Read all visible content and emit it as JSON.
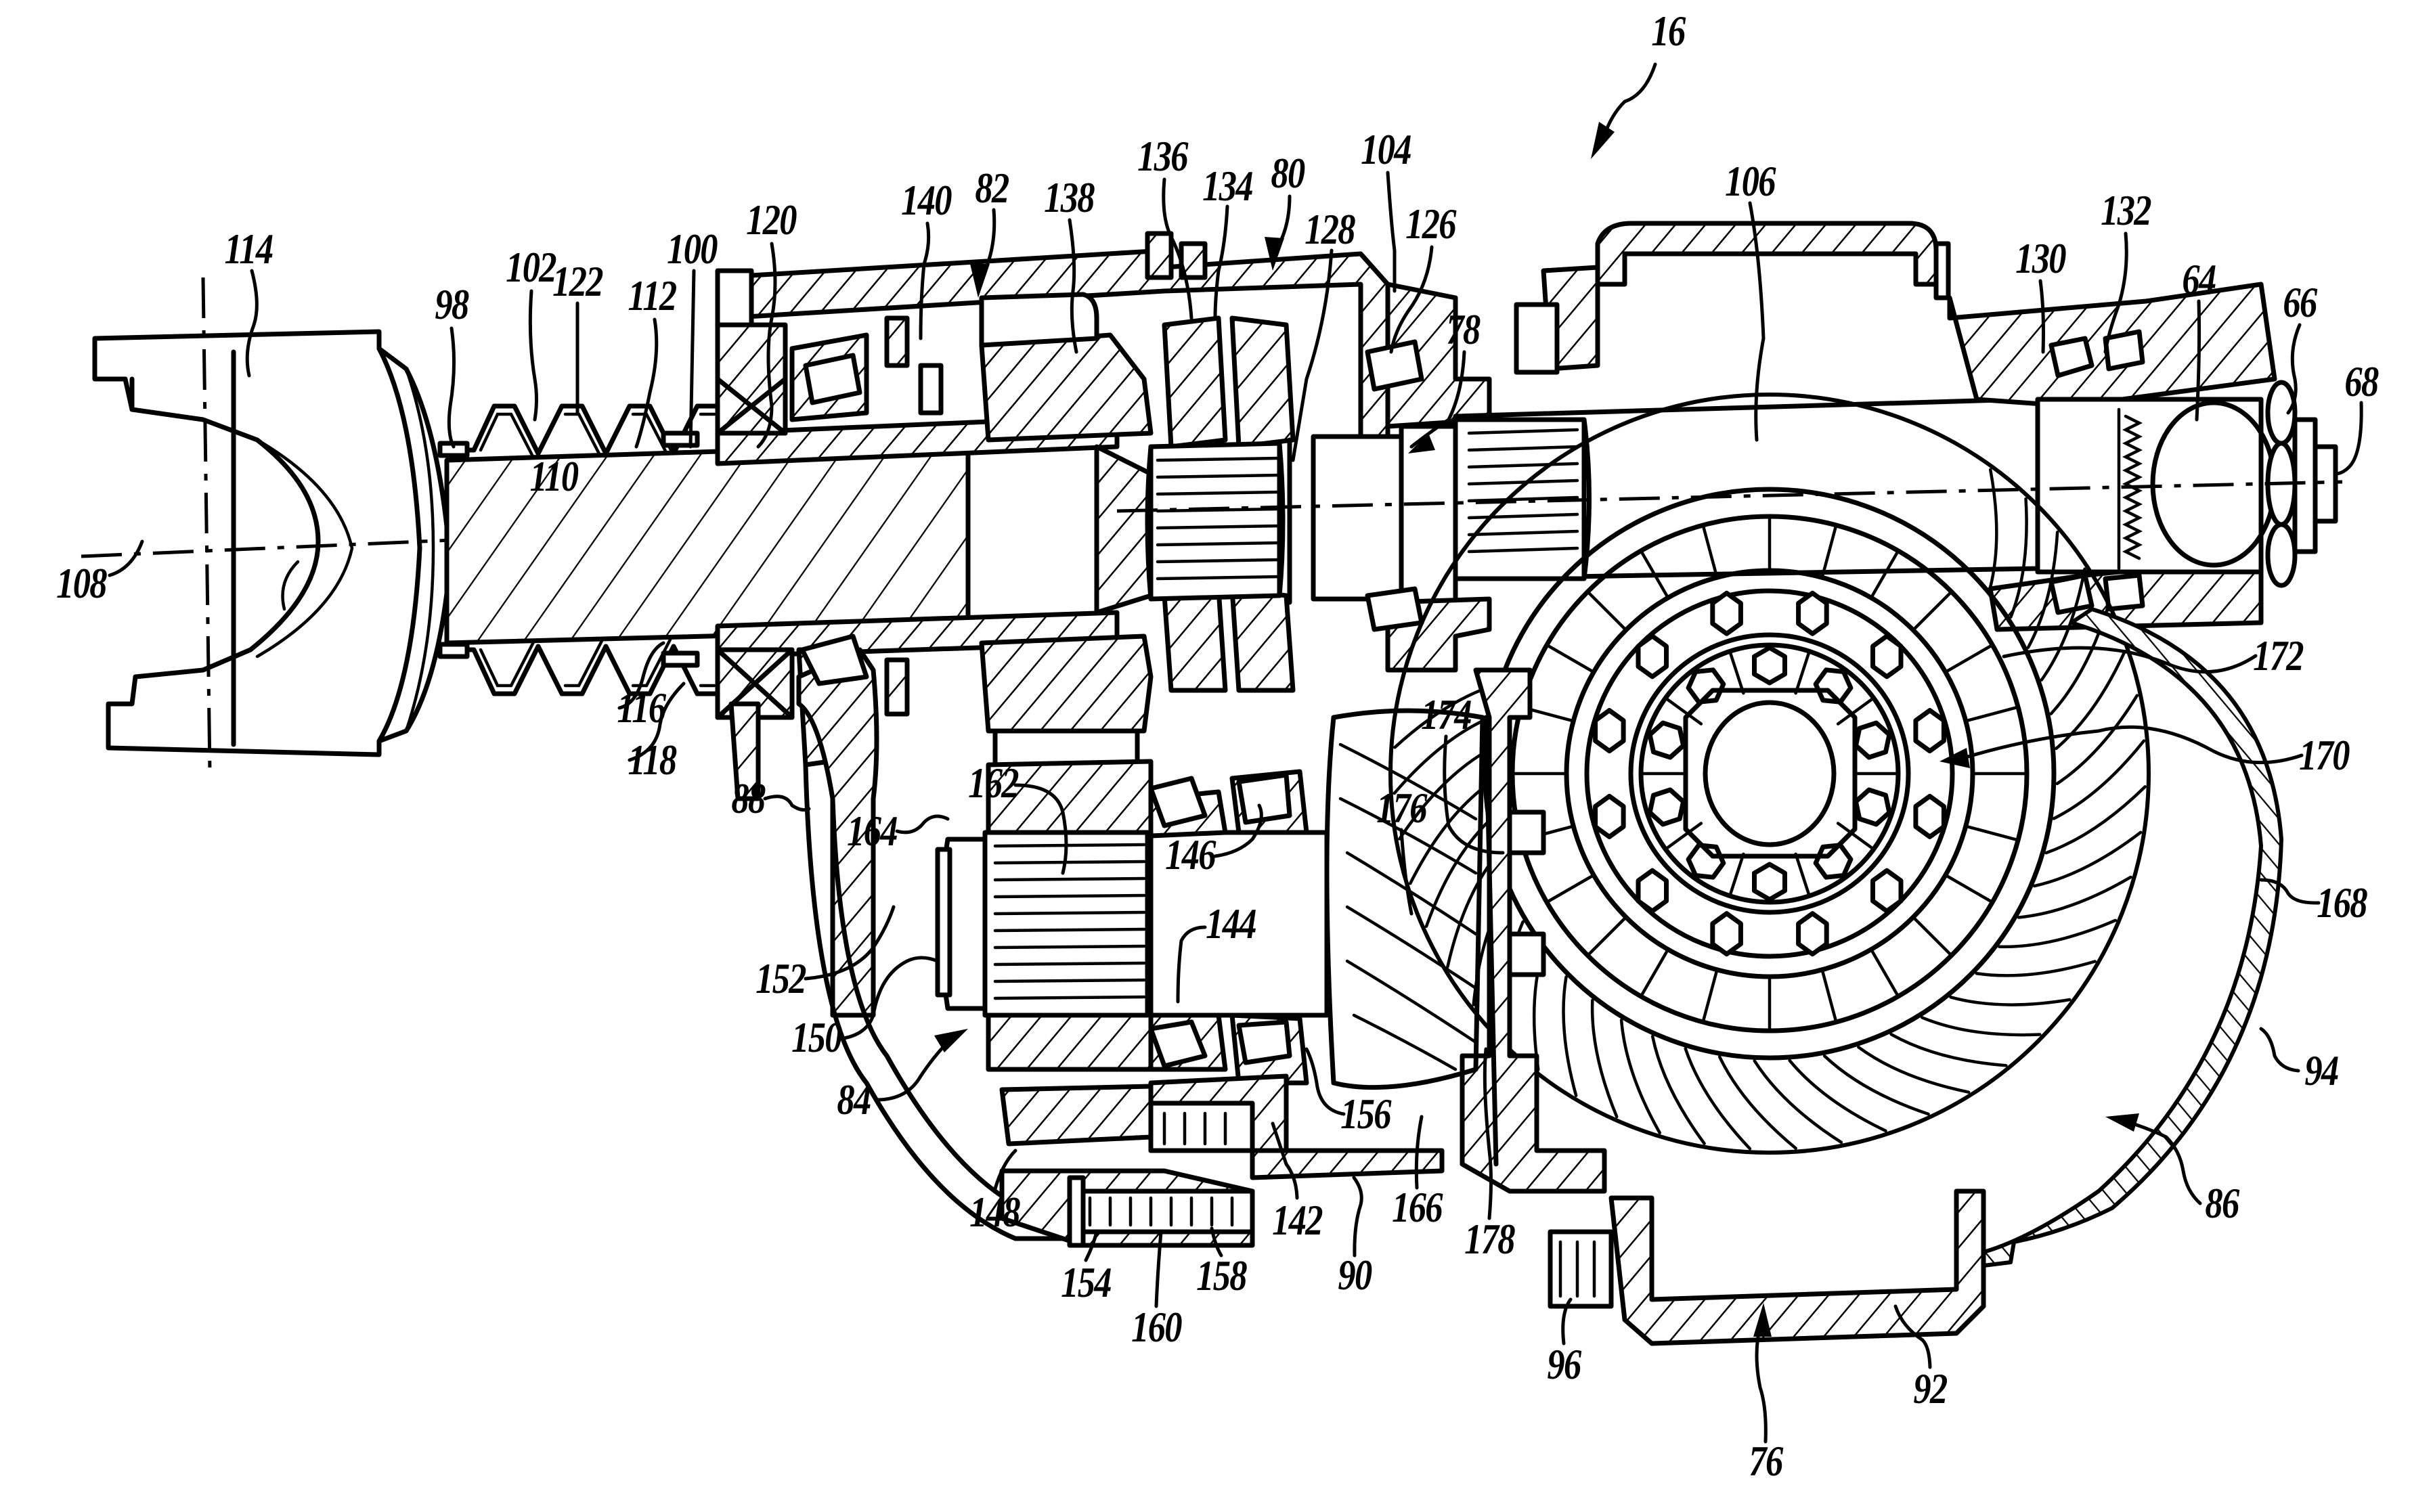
{
  "figure": {
    "assembly_reference": "16",
    "reference_numerals": [
      {
        "id": "16",
        "text": "16"
      },
      {
        "id": "114",
        "text": "114"
      },
      {
        "id": "102",
        "text": "102"
      },
      {
        "id": "122",
        "text": "122"
      },
      {
        "id": "112",
        "text": "112"
      },
      {
        "id": "98",
        "text": "98"
      },
      {
        "id": "100",
        "text": "100"
      },
      {
        "id": "120",
        "text": "120"
      },
      {
        "id": "110",
        "text": "110"
      },
      {
        "id": "108",
        "text": "108"
      },
      {
        "id": "140",
        "text": "140"
      },
      {
        "id": "82",
        "text": "82"
      },
      {
        "id": "138",
        "text": "138"
      },
      {
        "id": "136",
        "text": "136"
      },
      {
        "id": "134",
        "text": "134"
      },
      {
        "id": "80",
        "text": "80"
      },
      {
        "id": "128",
        "text": "128"
      },
      {
        "id": "104",
        "text": "104"
      },
      {
        "id": "126",
        "text": "126"
      },
      {
        "id": "78",
        "text": "78"
      },
      {
        "id": "106",
        "text": "106"
      },
      {
        "id": "130",
        "text": "130"
      },
      {
        "id": "132",
        "text": "132"
      },
      {
        "id": "64",
        "text": "64"
      },
      {
        "id": "66",
        "text": "66"
      },
      {
        "id": "68",
        "text": "68"
      },
      {
        "id": "116",
        "text": "116"
      },
      {
        "id": "118",
        "text": "118"
      },
      {
        "id": "88",
        "text": "88"
      },
      {
        "id": "162",
        "text": "162"
      },
      {
        "id": "164",
        "text": "164"
      },
      {
        "id": "146",
        "text": "146"
      },
      {
        "id": "144",
        "text": "144"
      },
      {
        "id": "152",
        "text": "152"
      },
      {
        "id": "150",
        "text": "150"
      },
      {
        "id": "84",
        "text": "84"
      },
      {
        "id": "156",
        "text": "156"
      },
      {
        "id": "148",
        "text": "148"
      },
      {
        "id": "142",
        "text": "142"
      },
      {
        "id": "166",
        "text": "166"
      },
      {
        "id": "178",
        "text": "178"
      },
      {
        "id": "154",
        "text": "154"
      },
      {
        "id": "158",
        "text": "158"
      },
      {
        "id": "160",
        "text": "160"
      },
      {
        "id": "90",
        "text": "90"
      },
      {
        "id": "96",
        "text": "96"
      },
      {
        "id": "92",
        "text": "92"
      },
      {
        "id": "76",
        "text": "76"
      },
      {
        "id": "86",
        "text": "86"
      },
      {
        "id": "94",
        "text": "94"
      },
      {
        "id": "168",
        "text": "168"
      },
      {
        "id": "170",
        "text": "170"
      },
      {
        "id": "172",
        "text": "172"
      },
      {
        "id": "174",
        "text": "174"
      },
      {
        "id": "176",
        "text": "176"
      }
    ]
  }
}
